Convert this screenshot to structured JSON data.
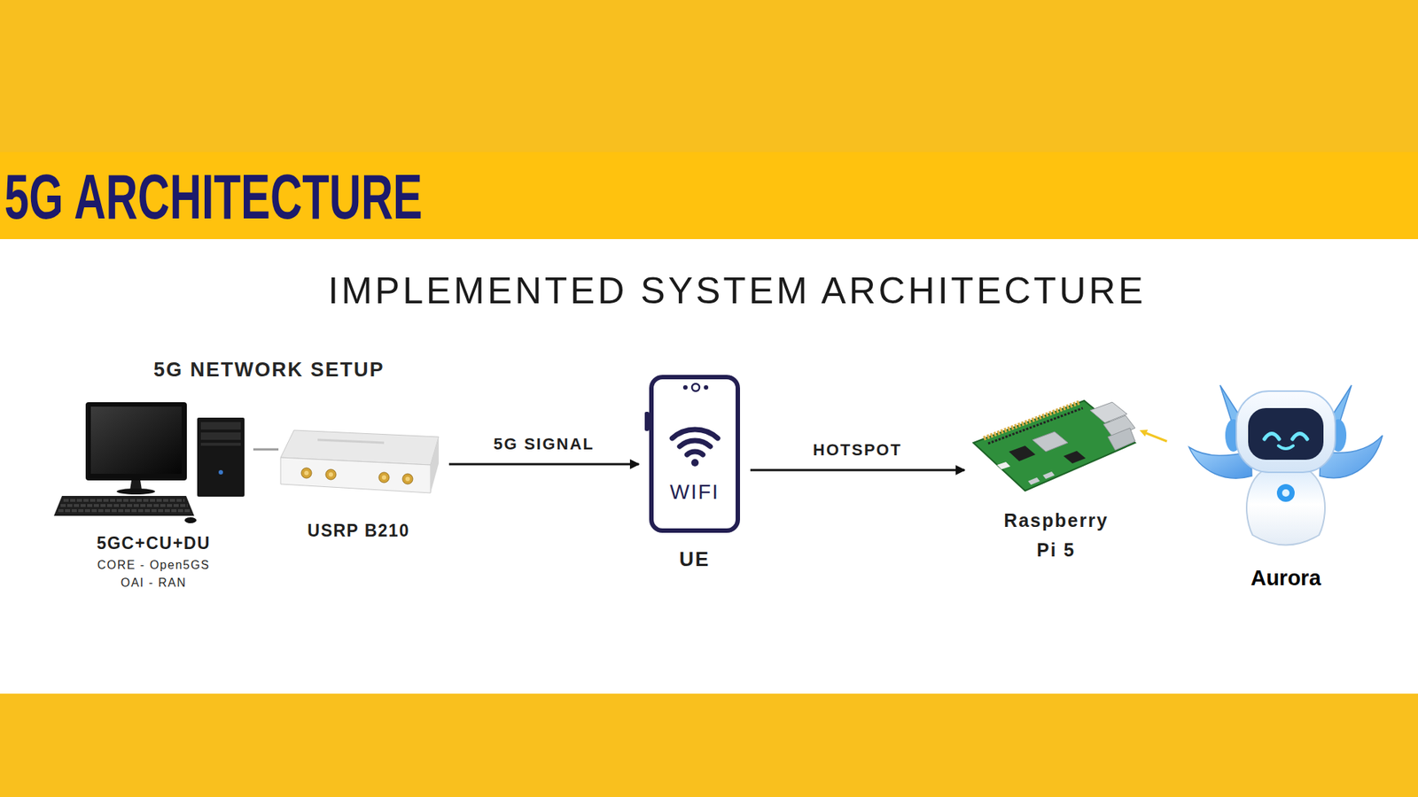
{
  "diagram": {
    "title": "5G ARCHITECTURE",
    "nodes": [
      {
        "text": [
          "5G NETWORK SETUP"
        ]
      },
      {
        "text": [
          "5GC+CU+DU",
          "CORE - Open5GS OAI - RAN"
        ],
        "in": 0
      },
      {
        "text": [
          "USRP B210"
        ],
        "in": 0
      },
      {
        "text": [
          "WIFI",
          "UE"
        ]
      },
      {
        "text": [
          "Raspberry Pi 5"
        ]
      },
      {
        "text": [
          "Aurora"
        ]
      }
    ],
    "edges": [
      {
        "from": 1,
        "to": 2,
        "arrow": "none"
      },
      {
        "from": 2,
        "to": 3,
        "label": "5G SIGNAL",
        "arrow": "to"
      },
      {
        "from": 3,
        "to": 4,
        "label": "HOTSPOT",
        "arrow": "to"
      }
    ],
    "labels": [
      "IMPLEMENTED SYSTEM ARCHITECTURE"
    ]
  }
}
